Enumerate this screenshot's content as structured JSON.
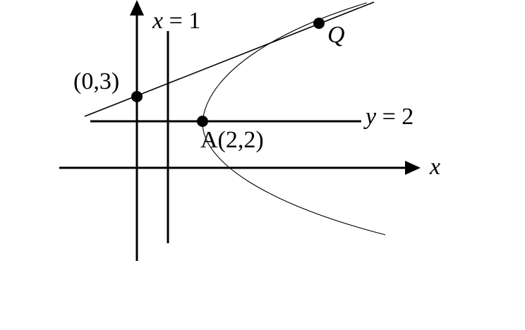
{
  "labels": {
    "vertical_line": {
      "var": "x",
      "eq": " = 1"
    },
    "horizontal_line": {
      "var": "y",
      "eq": " = 2"
    },
    "x_axis": "x",
    "point_q": "Q",
    "point_intercept": "(0,3)",
    "point_a": "A(2,2)"
  },
  "colors": {
    "ink": "#000000",
    "background": "#ffffff"
  }
}
